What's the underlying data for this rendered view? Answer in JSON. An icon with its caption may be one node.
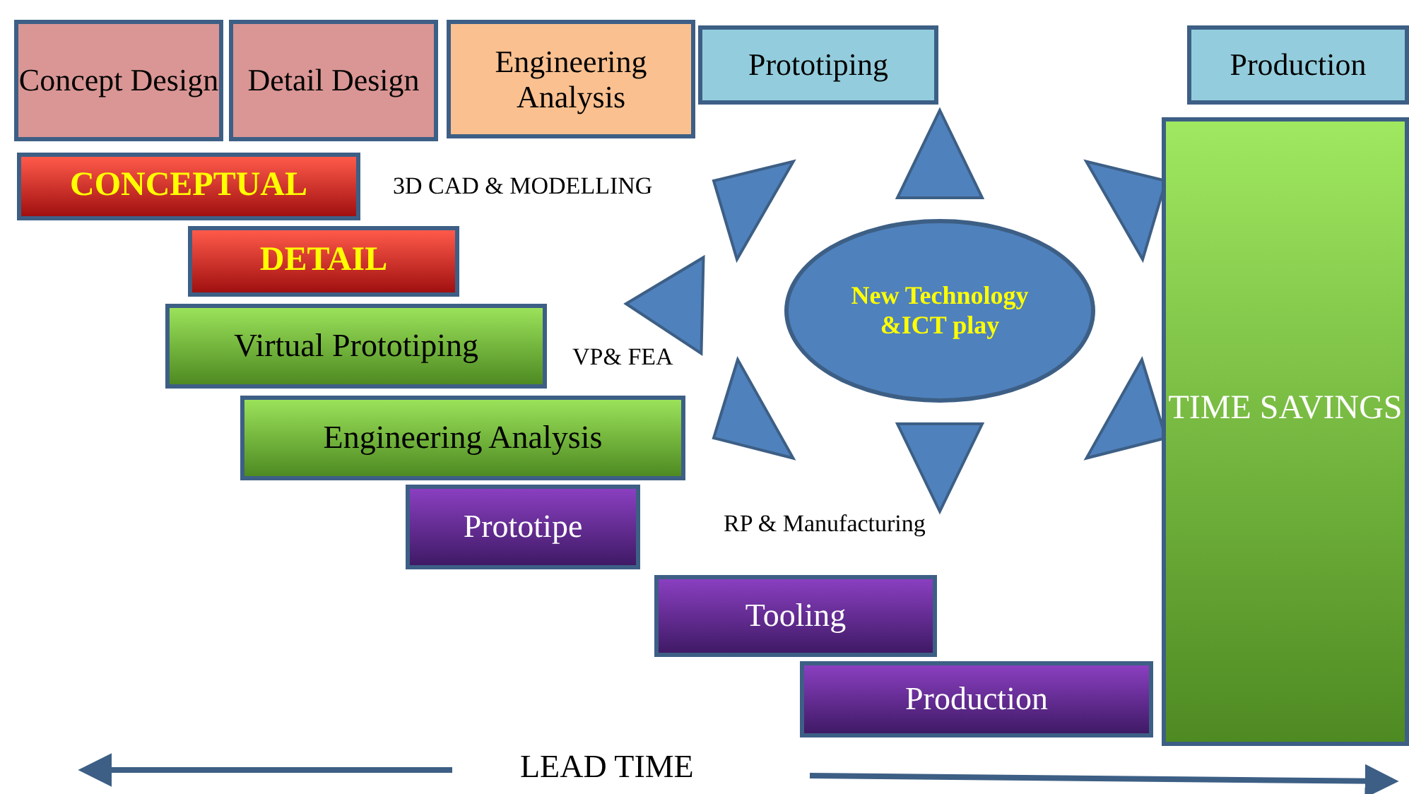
{
  "diagram": {
    "nodes": [
      {
        "text": [
          "Concept Design"
        ]
      },
      {
        "text": [
          "Detail Design"
        ]
      },
      {
        "text": [
          "Engineering Analysis"
        ]
      },
      {
        "text": [
          "Prototiping"
        ]
      },
      {
        "text": [
          "Production"
        ]
      },
      {
        "text": [
          "CONCEPTUAL"
        ]
      },
      {
        "text": [
          "DETAIL"
        ]
      },
      {
        "text": [
          "Virtual Prototiping"
        ]
      },
      {
        "text": [
          "Engineering Analysis"
        ]
      },
      {
        "text": [
          "Prototipe"
        ]
      },
      {
        "text": [
          "Tooling"
        ]
      },
      {
        "text": [
          "Production"
        ]
      },
      {
        "text": [
          "New Technology &ICT play"
        ]
      },
      {
        "text": [
          "TIME SAVINGS"
        ]
      }
    ],
    "edges": [],
    "labels": [
      "3D CAD & MODELLING",
      "VP& FEA",
      "RP & Manufacturing",
      "LEAD TIME"
    ]
  }
}
